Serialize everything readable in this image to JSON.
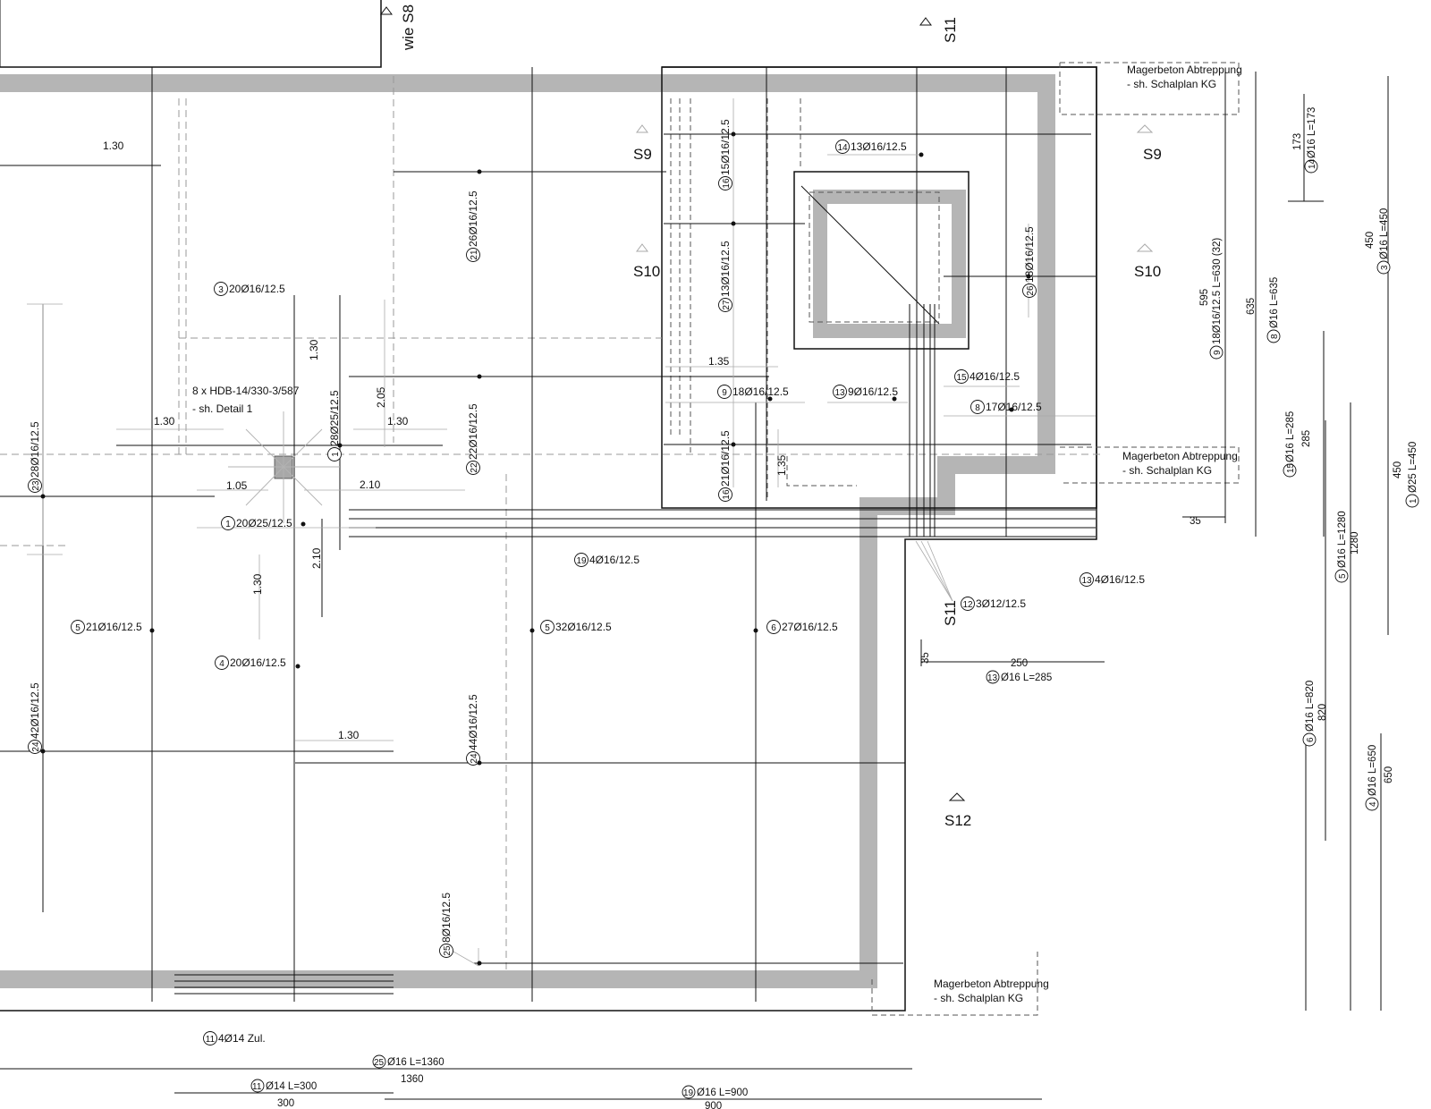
{
  "sections": {
    "wie_s8": "wie S8",
    "s11_top": "S11",
    "s9_left": "S9",
    "s9_right": "S9",
    "s10_left": "S10",
    "s10_right": "S10",
    "s11_mid": "S11",
    "s12": "S12"
  },
  "notes": {
    "magerbeton_1": "Magerbeton Abtreppung",
    "schalplan_1": "- sh. Schalplan KG",
    "magerbeton_2": "Magerbeton Abtreppung",
    "schalplan_2": "- sh. Schalplan KG",
    "magerbeton_3": "Magerbeton Abtreppung",
    "schalplan_3": "- sh. Schalplan KG",
    "hdb": "8 x HDB-14/330-3/587",
    "detail": "- sh. Detail 1"
  },
  "dimensions": {
    "d130_a": "1.30",
    "d130_b": "1.30",
    "d130_c": "1.30",
    "d130_v1": "1.30",
    "d130_v2": "1.30",
    "d130_d": "1.30",
    "d205": "2.05",
    "d210_h": "2.10",
    "d210_v": "2.10",
    "d105": "1.05",
    "d135_h": "1.35",
    "d135_v": "1.35",
    "d35_a": "35",
    "d35_b": "35",
    "d250": "250"
  },
  "bars": {
    "b3": {
      "n": "3",
      "t": "20Ø16/12.5"
    },
    "b21": {
      "n": "21",
      "t": "26Ø16/12.5"
    },
    "b16a": {
      "n": "16",
      "t": "15Ø16/12.5"
    },
    "b14": {
      "n": "14",
      "t": "13Ø16/12.5"
    },
    "b27": {
      "n": "27",
      "t": "13Ø16/12.5"
    },
    "b26": {
      "n": "26",
      "t": "13Ø16/12.5"
    },
    "b1v": {
      "n": "1",
      "t": "28Ø25/12.5"
    },
    "b22": {
      "n": "22",
      "t": "22Ø16/12.5"
    },
    "b23": {
      "n": "23",
      "t": "28Ø16/12.5"
    },
    "b9": {
      "n": "9",
      "t": "18Ø16/12.5"
    },
    "b13a": {
      "n": "13",
      "t": "9Ø16/12.5"
    },
    "b15a": {
      "n": "15",
      "t": "4Ø16/12.5"
    },
    "b8": {
      "n": "8",
      "t": "17Ø16/12.5"
    },
    "b16b": {
      "n": "16",
      "t": "21Ø16/12.5"
    },
    "b1h": {
      "n": "1",
      "t": "20Ø25/12.5"
    },
    "b19": {
      "n": "19",
      "t": "4Ø16/12.5"
    },
    "b13b": {
      "n": "13",
      "t": "4Ø16/12.5"
    },
    "b12": {
      "n": "12",
      "t": "3Ø12/12.5"
    },
    "b5a": {
      "n": "5",
      "t": "21Ø16/12.5"
    },
    "b5b": {
      "n": "5",
      "t": "32Ø16/12.5"
    },
    "b6": {
      "n": "6",
      "t": "27Ø16/12.5"
    },
    "b4": {
      "n": "4",
      "t": "20Ø16/12.5"
    },
    "b24": {
      "n": "24",
      "t": "42Ø16/12.5"
    },
    "b24b": {
      "n": "24",
      "t": "44Ø16/12.5"
    },
    "b25": {
      "n": "25",
      "t": "8Ø16/12.5"
    },
    "b11": {
      "n": "11",
      "t": "4Ø14 Zul."
    }
  },
  "bar_shapes": {
    "s14": {
      "n": "14",
      "t": "Ø16 L=173",
      "len": "173"
    },
    "s3": {
      "n": "3",
      "t": "Ø16 L=450",
      "len": "450"
    },
    "s9": {
      "n": "9",
      "t": "18Ø16/12.5 L=630 (32)",
      "len": "595"
    },
    "s8": {
      "n": "8",
      "t": "Ø16 L=635",
      "len": "635"
    },
    "s15": {
      "n": "15",
      "t": "Ø16 L=285",
      "len": "285"
    },
    "s1": {
      "n": "1",
      "t": "Ø25 L=450",
      "len": "450"
    },
    "s5": {
      "n": "5",
      "t": "Ø16 L=1280",
      "len": "1280"
    },
    "s6": {
      "n": "6",
      "t": "Ø16 L=820",
      "len": "820"
    },
    "s4": {
      "n": "4",
      "t": "Ø16 L=650",
      "len": "650"
    },
    "s13": {
      "n": "13",
      "t": "Ø16 L=285"
    },
    "s25": {
      "n": "25",
      "t": "Ø16 L=1360",
      "len": "1360"
    },
    "s11": {
      "n": "11",
      "t": "Ø14 L=300",
      "len": "300"
    },
    "s19": {
      "n": "19",
      "t": "Ø16 L=900",
      "len": "900"
    }
  }
}
